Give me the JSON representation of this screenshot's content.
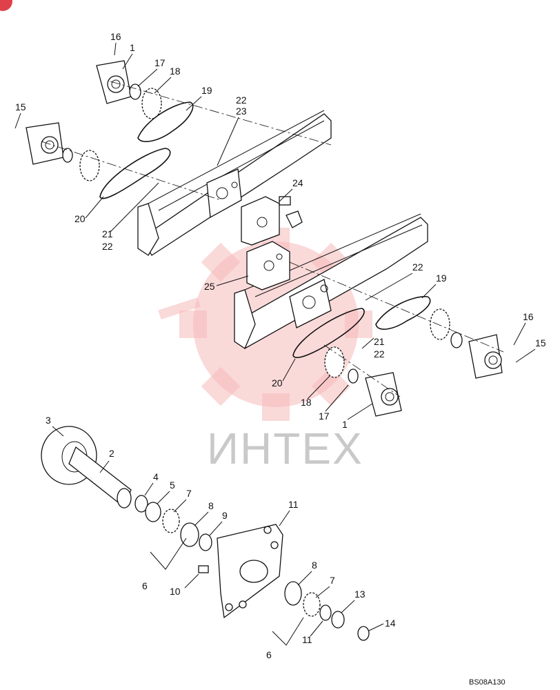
{
  "diagram": {
    "brand_badge_color": "#e0404a",
    "watermark_color": "#f6b9b9",
    "watermark_text": "ИНТЕХ",
    "drawing_code": "BS08A130",
    "callouts": {
      "c1_top": "1",
      "c16_top": "16",
      "c17_top": "17",
      "c18_top": "18",
      "c19_top": "19",
      "c15_top": "15",
      "c22_top": "22",
      "c23_top": "23",
      "c24": "24",
      "c20_top": "20",
      "c21_top": "21",
      "c22_mid": "22",
      "c25": "25",
      "c22_right": "22",
      "c19_right": "19",
      "c16_right": "16",
      "c15_right": "15",
      "c21_right": "21",
      "c22_right_b": "22",
      "c20_right": "20",
      "c18_right": "18",
      "c17_right": "17",
      "c1_right": "1",
      "c3": "3",
      "c2": "2",
      "c4": "4",
      "c5": "5",
      "c7_a": "7",
      "c8_a": "8",
      "c9": "9",
      "c11_a": "11",
      "c6_a": "6",
      "c10": "10",
      "c8_b": "8",
      "c7_b": "7",
      "c13": "13",
      "c14": "14",
      "c11_b": "11",
      "c6_b": "6"
    }
  }
}
